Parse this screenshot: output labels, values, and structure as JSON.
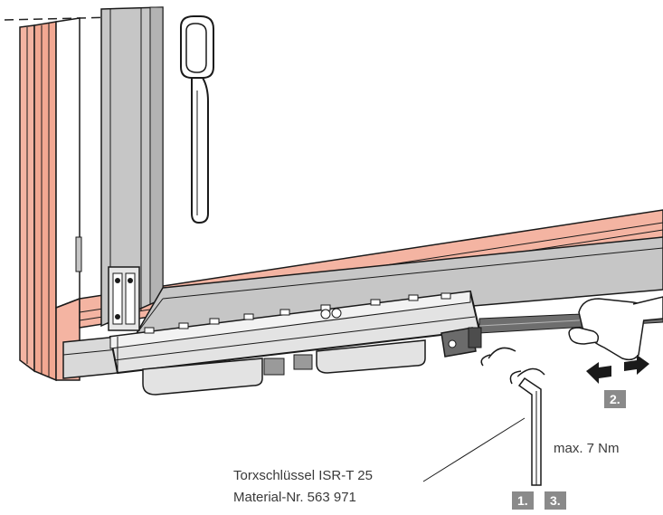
{
  "labels": {
    "tool_name": "Torxschlüssel ISR-T 25",
    "material_no": "Material-Nr. 563 971",
    "torque": "max. 7 Nm"
  },
  "steps": [
    "1.",
    "2.",
    "3."
  ],
  "colors": {
    "frame_salmon": "#f4b4a2",
    "frame_grey": "#c6c6c6",
    "badge": "#8a8a8a",
    "outline": "#1a1a1a"
  }
}
